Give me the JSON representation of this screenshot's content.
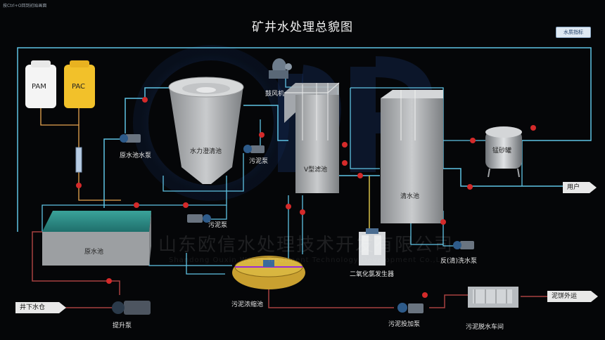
{
  "window": {
    "hint": "按Ctrl+O回到初始画面"
  },
  "header": {
    "title": "矿井水处理总貌图",
    "quality_button": "水质指标"
  },
  "tanks": {
    "pam": "PAM",
    "pac": "PAC"
  },
  "labels": {
    "blower": "鼓风机",
    "raw_pump": "原水池水泵",
    "clarifier": "水力澄清池",
    "sludge_pump_a": "污泥泵",
    "sludge_pump_b": "污泥泵",
    "v_filter": "V型滤池",
    "clear_pool": "清水池",
    "manganese_tank": "锰砂罐",
    "raw_pool": "原水池",
    "chlorine_gen": "二氧化氯发生器",
    "backwash_pump": "反(清)洗水泵",
    "thickener": "污泥浓缩池",
    "sludge_feed_pump": "污泥投加泵",
    "dewater": "污泥脱水车间",
    "lift_pump": "提升泵"
  },
  "flows": {
    "user": "用户",
    "sludge_out": "泥饼外运",
    "mine_water": "井下水仓"
  },
  "watermark": {
    "main": "山东欧信水处理技术开发有限公司",
    "sub": "Shandong Ouxin Water Treatment Technology Development Co.,Ltd"
  },
  "colors": {
    "pipe_blue": "#5fc3e4",
    "pipe_orange": "#e8a550",
    "pipe_red": "#a84040",
    "pipe_yellow": "#d8c048",
    "pipe_green": "#3fa36a",
    "valve_red": "#d42a2a"
  }
}
